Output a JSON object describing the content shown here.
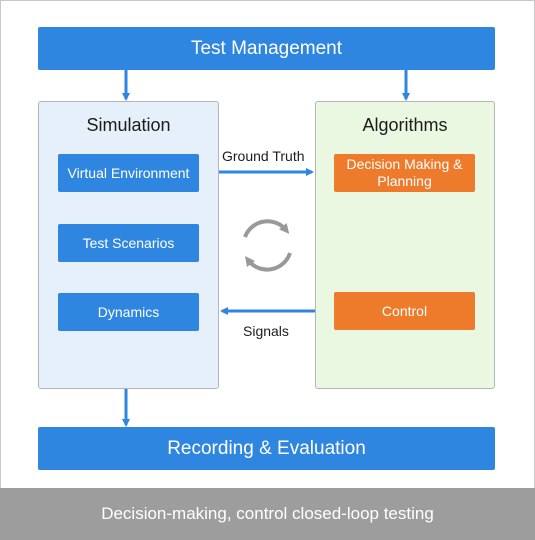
{
  "header": {
    "title": "Test Management"
  },
  "simulation": {
    "title": "Simulation",
    "items": [
      "Virtual Environment",
      "Test Scenarios",
      "Dynamics"
    ]
  },
  "algorithms": {
    "title": "Algorithms",
    "items": [
      "Decision Making & Planning",
      "Control"
    ]
  },
  "edges": {
    "top_label": "Ground Truth",
    "bottom_label": "Signals"
  },
  "recording": {
    "title": "Recording & Evaluation"
  },
  "caption": "Decision-making, control closed-loop testing",
  "colors": {
    "primary_blue": "#2f86e0",
    "orange": "#ee7a2c",
    "sim_bg": "#e6f0fb",
    "alg_bg": "#eaf7e1",
    "loop_gray": "#999999"
  }
}
